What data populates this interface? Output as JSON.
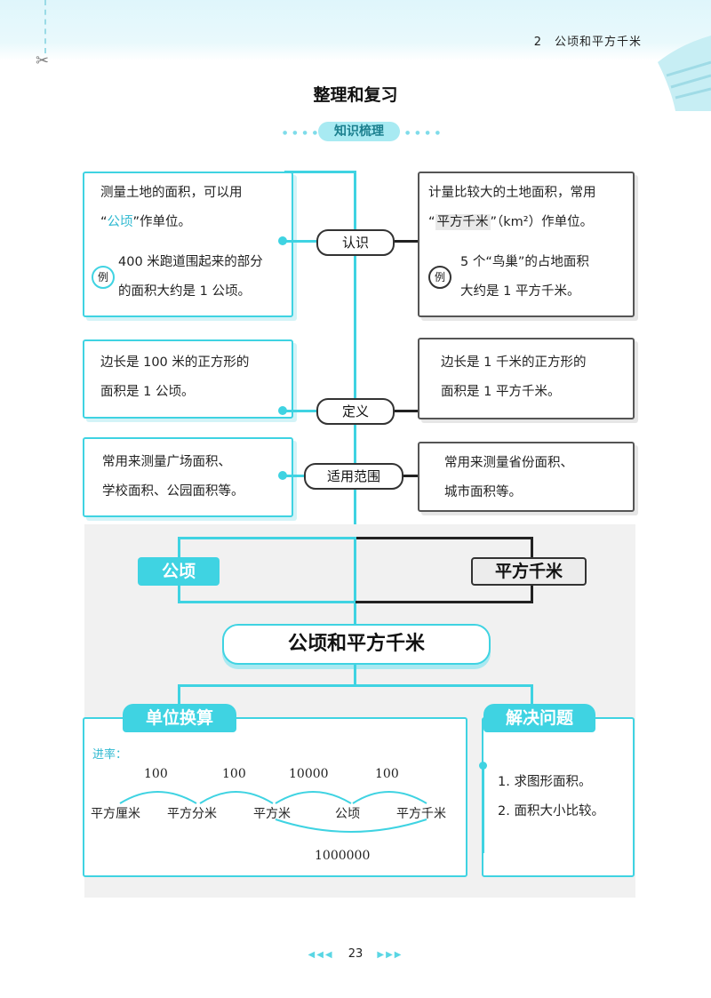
{
  "header": {
    "chapter_title": "2　公顷和平方千米"
  },
  "page_heading": "整理和复习",
  "section_tag": "知识梳理",
  "labels": {
    "recognize": "认识",
    "definition": "定义",
    "scope": "适用范围"
  },
  "hectare": {
    "title": "公顷",
    "recognize": {
      "line1": "测量土地的面积，可以用",
      "line2_open": "“",
      "line2_unit": "公顷",
      "line2_close": "”作单位。",
      "example_badge": "例",
      "example_line1": "400 米跑道围起来的部分",
      "example_line2": "的面积大约是 1 公顷。"
    },
    "definition": {
      "line1": "边长是 100 米的正方形的",
      "line2": "面积是 1 公顷。"
    },
    "scope": {
      "line1": "常用来测量广场面积、",
      "line2": "学校面积、公园面积等。"
    }
  },
  "sqkm": {
    "title": "平方千米",
    "recognize": {
      "line1": "计量比较大的土地面积，常用",
      "line2_open": "“",
      "line2_unit": "平方千米",
      "line2_close": "”（km²）作单位。",
      "example_badge": "例",
      "example_line1": "5 个“鸟巢”的占地面积",
      "example_line2": "大约是 1 平方千米。"
    },
    "definition": {
      "line1": "边长是 1 千米的正方形的",
      "line2": "面积是 1 平方千米。"
    },
    "scope": {
      "line1": "常用来测量省份面积、",
      "line2": "城市面积等。"
    }
  },
  "central_title": "公顷和平方千米",
  "unit_conversion": {
    "title": "单位换算",
    "rate_label": "进率：",
    "units": [
      "平方厘米",
      "平方分米",
      "平方米",
      "公顷",
      "平方千米"
    ],
    "rates": [
      "100",
      "100",
      "10000",
      "100"
    ],
    "long_rate": "1000000"
  },
  "problem_solving": {
    "title": "解决问题",
    "items": [
      "1. 求图形面积。",
      "2. 面积大小比较。"
    ]
  },
  "page_number": "23",
  "colors": {
    "accent": "#3fd3e2",
    "dark": "#222222"
  }
}
